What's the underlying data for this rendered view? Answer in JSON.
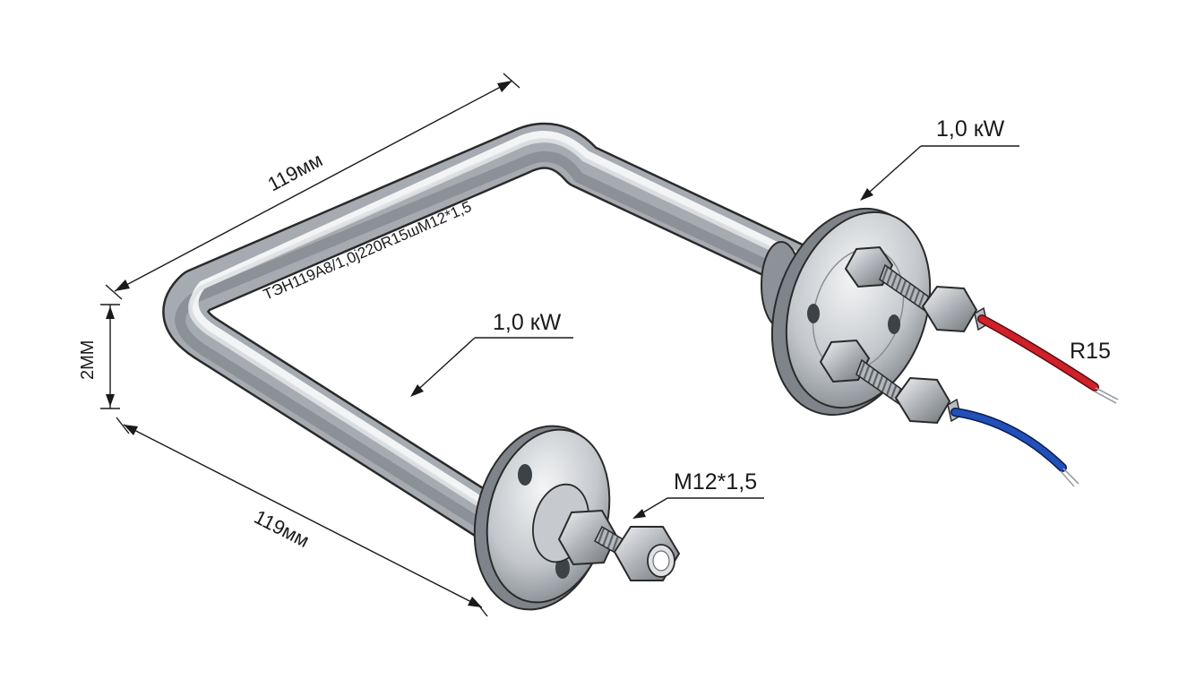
{
  "dimensions": {
    "top_length": "119мм",
    "bottom_length": "119мм",
    "height": "2ММ"
  },
  "tube_marking": "ТЭН119А8/1,0j220R15шM12*1,5",
  "callouts": {
    "power_top": "1,0 кW",
    "power_middle": "1,0 кW",
    "thread": "M12*1,5",
    "radius": "R15"
  },
  "colors": {
    "tube": "#b9bdc2",
    "outline": "#2a2a2a",
    "wire_live": "#d0202a",
    "wire_neutral": "#2050b8",
    "copper_tip": "#c9c9c9"
  }
}
